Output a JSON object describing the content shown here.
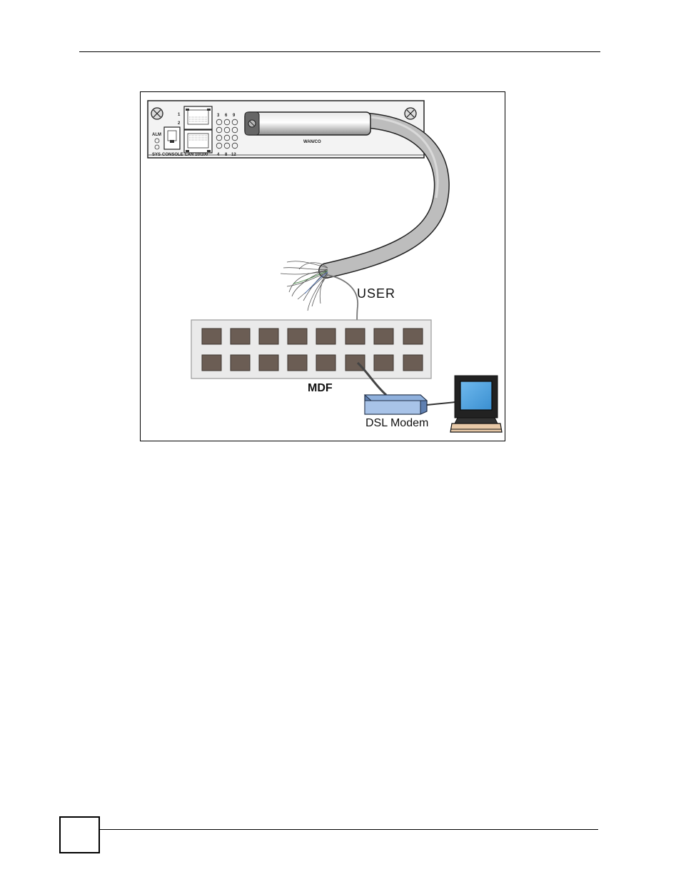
{
  "figure": {
    "labels": {
      "user": "USER",
      "mdf": "MDF",
      "dsl_modem": "DSL Modem"
    },
    "device_panel": {
      "alm_label": "ALM",
      "sys_label": "SYS",
      "console_label": "CONSOLE",
      "lan_label": "LAN 10/100",
      "port_1": "1",
      "port_2": "2",
      "led_top": [
        "3",
        "6",
        "9"
      ],
      "led_bottom": [
        "4",
        "8",
        "12"
      ],
      "connector_label": "WAN/CO"
    }
  }
}
